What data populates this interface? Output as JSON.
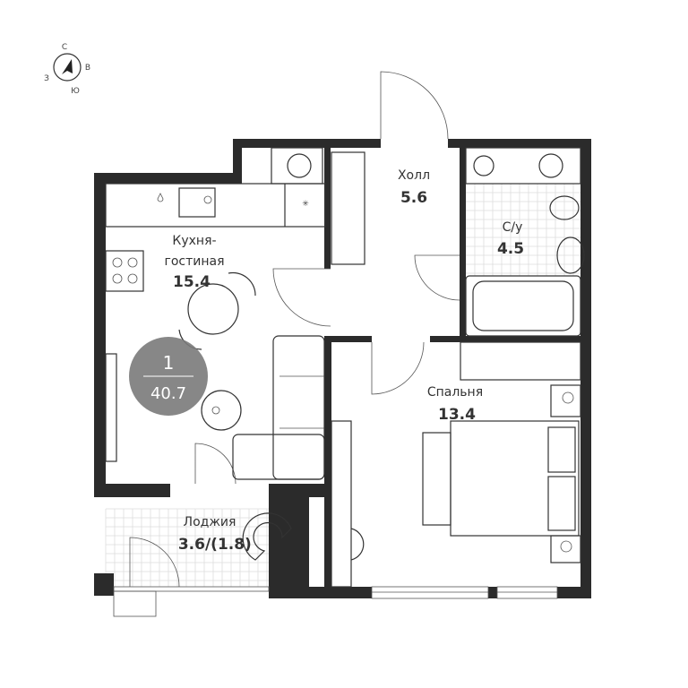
{
  "compass": {
    "north": "С",
    "east": "В",
    "south": "Ю",
    "west": "З"
  },
  "badge": {
    "rooms": "1",
    "total_area": "40.7",
    "color": "#7a7a7a"
  },
  "rooms": {
    "kitchen": {
      "name_line1": "Кухня-",
      "name_line2": "гостиная",
      "area": "15.4"
    },
    "hall": {
      "name": "Холл",
      "area": "5.6"
    },
    "bathroom": {
      "name": "С/у",
      "area": "4.5"
    },
    "bedroom": {
      "name": "Спальня",
      "area": "13.4"
    },
    "loggia": {
      "name": "Лоджия",
      "area": "3.6/",
      "area_reduced": "(1.8)"
    }
  },
  "colors": {
    "wall": "#2b2b2b",
    "line": "#333333"
  }
}
